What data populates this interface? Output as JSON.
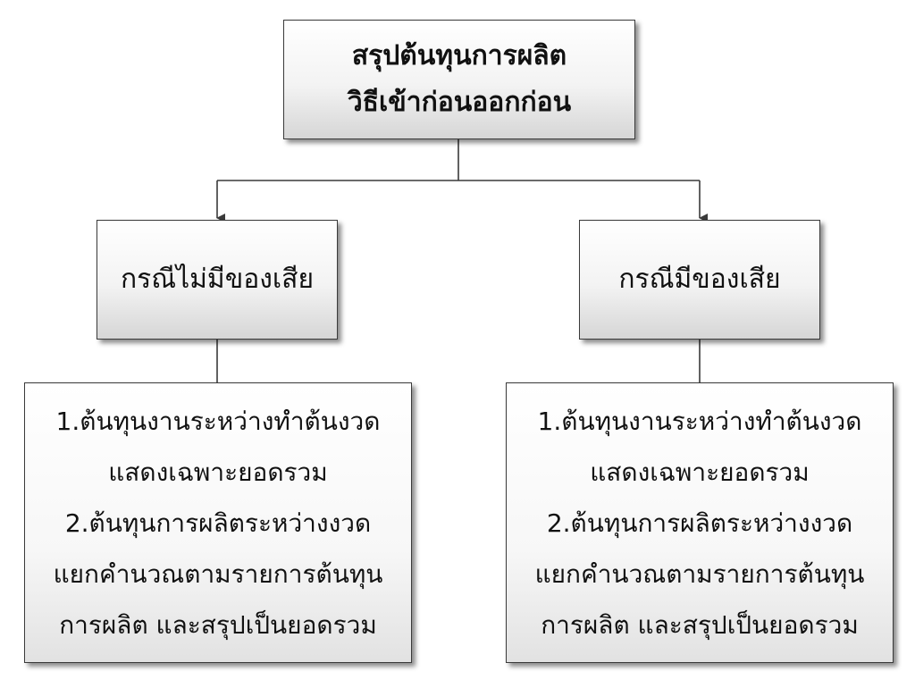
{
  "diagram": {
    "root": {
      "lines": [
        "สรุปต้นทุนการผลิต",
        "วิธีเข้าก่อนออกก่อน"
      ]
    },
    "branches": [
      {
        "heading": "กรณีไม่มีของเสีย",
        "details": [
          "1.ต้นทุนงานระหว่างทำต้นงวด",
          "แสดงเฉพาะยอดรวม",
          "2.ต้นทุนการผลิตระหว่างงวด",
          "แยกคำนวณตามรายการต้นทุน",
          "การผลิต และสรุปเป็นยอดรวม"
        ]
      },
      {
        "heading": "กรณีมีของเสีย",
        "details": [
          "1.ต้นทุนงานระหว่างทำต้นงวด",
          "แสดงเฉพาะยอดรวม",
          "2.ต้นทุนการผลิตระหว่างงวด",
          "แยกคำนวณตามรายการต้นทุน",
          "การผลิต และสรุปเป็นยอดรวม"
        ]
      }
    ]
  }
}
